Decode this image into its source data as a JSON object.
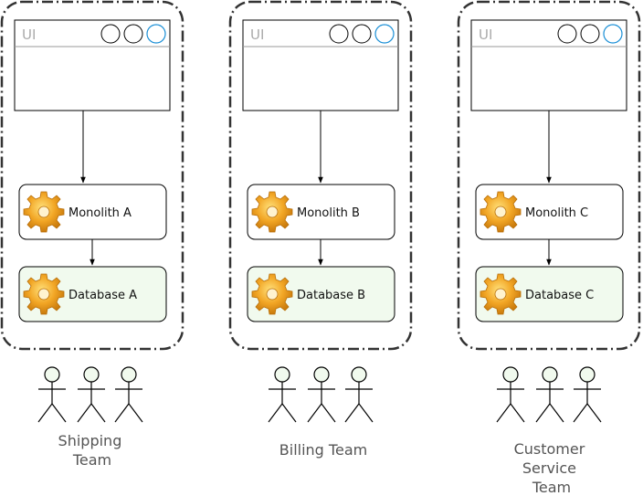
{
  "columns": [
    {
      "ui_label": "UI",
      "monolith_label": "Monolith A",
      "database_label": "Database A",
      "team_lines": [
        "Shipping",
        "Team"
      ]
    },
    {
      "ui_label": "UI",
      "monolith_label": "Monolith B",
      "database_label": "Database B",
      "team_lines": [
        "Billing Team"
      ]
    },
    {
      "ui_label": "UI",
      "monolith_label": "Monolith C",
      "database_label": "Database C",
      "team_lines": [
        "Customer",
        "Service",
        "Team"
      ]
    }
  ],
  "icons": {
    "window_buttons": [
      "window-circle-icon",
      "window-circle-icon",
      "window-circle-highlight-icon"
    ],
    "component": "gear-icon",
    "team_member": "stick-figure-icon"
  },
  "colors": {
    "database_fill": "#f1faee",
    "component_fill": "#ffffff",
    "window_highlight": "#1a8fd6",
    "actor_head_fill": "#f1faee",
    "gear": "#f0a020"
  }
}
